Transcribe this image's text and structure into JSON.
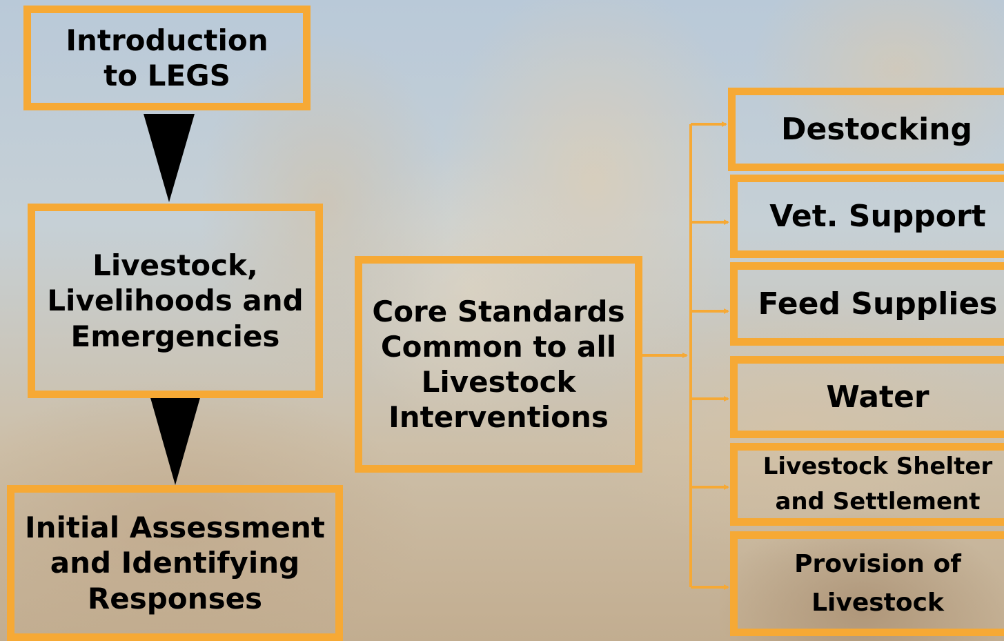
{
  "left_flow": {
    "intro": "Introduction\nto LEGS",
    "livelihoods": "Livestock,\nLivelihoods and\nEmergencies",
    "assessment": "Initial Assessment\nand Identifying\nResponses"
  },
  "core": "Core Standards\nCommon to all\nLivestock\nInterventions",
  "interventions": [
    "Destocking",
    "Vet. Support",
    "Feed Supplies",
    "Water",
    "Livestock Shelter\nand Settlement",
    "Provision of\nLivestock"
  ],
  "colors": {
    "box_border": "#f6a935",
    "connector": "#f6a935",
    "flow_arrow": "#000000",
    "text": "#000000"
  }
}
